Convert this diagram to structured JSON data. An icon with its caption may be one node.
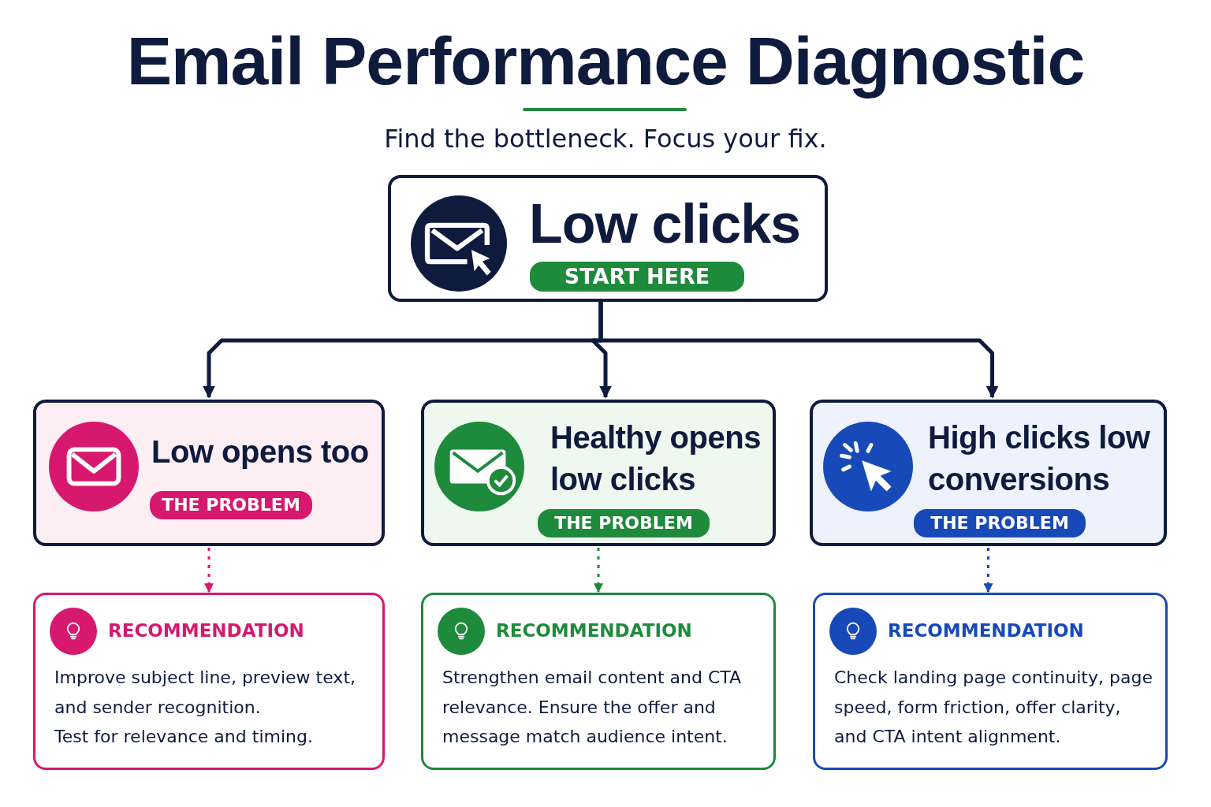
{
  "diagram": {
    "title": "Email Performance Diagnostic",
    "nodes": [
      {
        "text": [
          "Low clicks",
          "START HERE"
        ]
      },
      {
        "text": [
          "Low opens too",
          "THE PROBLEM"
        ]
      },
      {
        "text": [
          "Healthy opens low clicks",
          "THE PROBLEM"
        ]
      },
      {
        "text": [
          "High clicks low conversions",
          "THE PROBLEM"
        ]
      },
      {
        "text": [
          "RECOMMENDATION",
          "Improve subject line, preview text, and sender recognition.",
          "Test for relevance and timing."
        ]
      },
      {
        "text": [
          "RECOMMENDATION",
          "Strengthen email content and CTA relevance. Ensure the offer and message match audience intent."
        ]
      },
      {
        "text": [
          "RECOMMENDATION",
          "Check landing page continuity, page speed, form friction, offer clarity, and CTA intent alignment."
        ]
      }
    ],
    "edges": [
      {
        "from": 0,
        "to": 1,
        "arrow": "to"
      },
      {
        "from": 0,
        "to": 2,
        "arrow": "to"
      },
      {
        "from": 0,
        "to": 3,
        "arrow": "to"
      },
      {
        "from": 1,
        "to": 4,
        "arrow": "to",
        "style": "dashed",
        "color": "#d6186e"
      },
      {
        "from": 2,
        "to": 5,
        "arrow": "to",
        "style": "dashed",
        "color": "#1e8a3c"
      },
      {
        "from": 3,
        "to": 6,
        "arrow": "to",
        "style": "dashed",
        "color": "#1849b8"
      }
    ],
    "labels": [
      "Find the bottleneck. Focus your fix."
    ]
  }
}
